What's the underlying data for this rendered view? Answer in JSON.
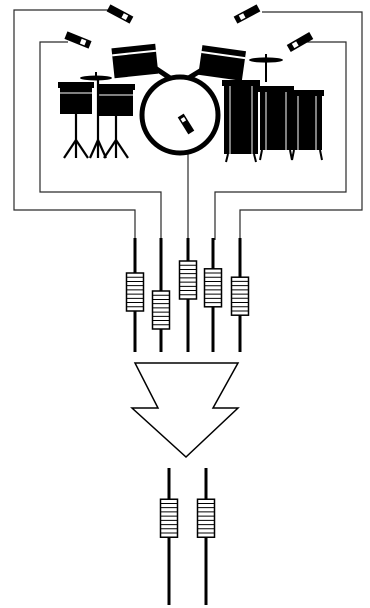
{
  "figure": {
    "subject": "drum-kit-multitrack-mixdown",
    "colors": {
      "ink": "#000000",
      "paper": "#ffffff",
      "cable": "#2a2a2a",
      "fader_cap_fill": "#ffffff"
    },
    "icons": [
      "overhead-microphone-icon",
      "kick-microphone-icon",
      "tom-drum-icon",
      "bass-drum-icon",
      "snare-drum-icon",
      "floor-tom-icon",
      "cymbal-icon",
      "fader-icon",
      "merge-arrow-icon"
    ],
    "input_channel_levels": [
      0.55,
      0.25,
      0.75,
      0.62,
      0.48
    ],
    "output_channel_levels": [
      0.72,
      0.72
    ]
  }
}
